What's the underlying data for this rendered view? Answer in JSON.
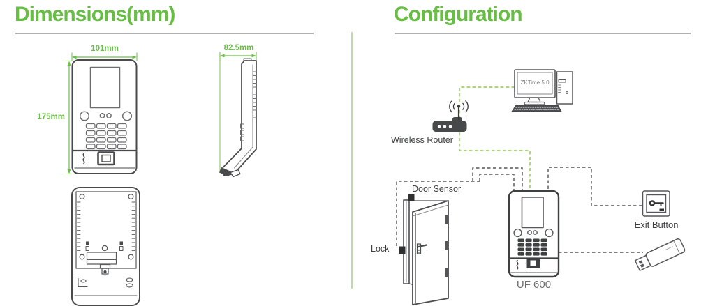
{
  "left_panel": {
    "title": "Dimensions(mm)",
    "dimensions": {
      "width_label": "101mm",
      "height_label": "175mm",
      "depth_label": "82.5mm"
    }
  },
  "right_panel": {
    "title": "Configuration",
    "labels": {
      "software": "ZKTime 5.0",
      "router": "Wireless Router",
      "door_sensor": "Door Sensor",
      "lock": "Lock",
      "device": "UF 600",
      "exit_button": "Exit Button"
    }
  },
  "icons": {
    "computer": "desktop-computer-icon",
    "router": "wireless-router-icon",
    "door": "open-door-icon",
    "device_front": "uf600-device-icon",
    "exit_button": "exit-button-key-icon",
    "usb": "usb-flash-drive-icon"
  },
  "colors": {
    "accent_green": "#68bd45",
    "dimension_green": "#6abf47",
    "wire_green": "#8fc74f",
    "wire_gray": "#55565a",
    "line_gray": "#6d6e70",
    "dark_line": "#3f4041",
    "divider_green": "#bcdcaa",
    "underline_gray": "#b0b0b1"
  }
}
